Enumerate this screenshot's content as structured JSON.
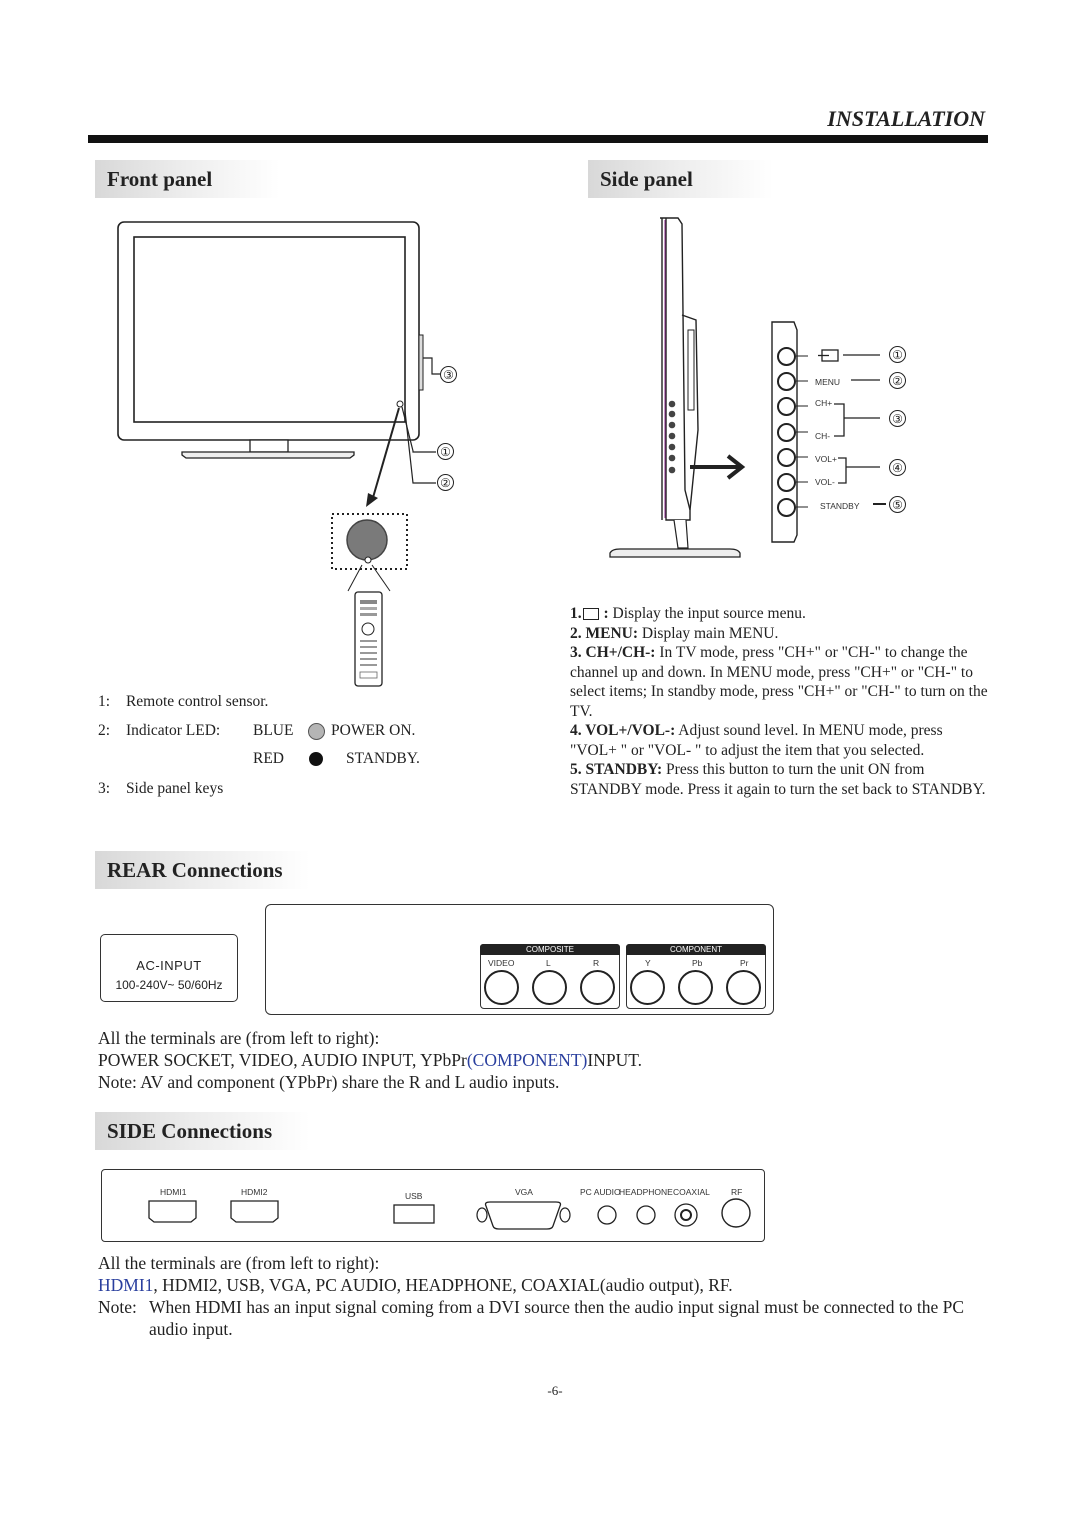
{
  "header": {
    "title": "INSTALLATION"
  },
  "front_panel": {
    "heading": "Front panel",
    "callouts": [
      "③",
      "①",
      "②"
    ],
    "legend": [
      {
        "num": "1:",
        "text": "Remote control sensor."
      },
      {
        "num": "2:",
        "text": "Indicator LED:",
        "blue_label": "BLUE",
        "blue_state": "POWER ON.",
        "red_label": "RED",
        "red_state": "STANDBY."
      },
      {
        "num": "3:",
        "text": "Side panel keys"
      }
    ]
  },
  "side_panel": {
    "heading": "Side panel",
    "keys": {
      "menu": "MENU",
      "ch_plus": "CH+",
      "ch_minus": "CH-",
      "vol_plus": "VOL+",
      "vol_minus": "VOL-",
      "standby": "STANDBY"
    },
    "callouts": [
      "①",
      "②",
      "③",
      "④",
      "⑤"
    ],
    "descriptions": [
      {
        "label": "1.",
        "label_suffix": " :",
        "text": "Display the input source menu."
      },
      {
        "label": "2. MENU:",
        "text": "Display main MENU."
      },
      {
        "label": "3. CH+/CH-:",
        "text": "In TV mode, press \"CH+\" or \"CH-\" to change the channel up and down. In MENU mode, press \"CH+\" or \"CH-\" to select items; In standby mode, press \"CH+\" or \"CH-\" to turn on the TV."
      },
      {
        "label": "4. VOL+/VOL-:",
        "text": "Adjust sound level. In MENU mode, press \"VOL+ \" or \"VOL- \" to adjust the item that you selected."
      },
      {
        "label": "5. STANDBY:",
        "text": "Press this button to turn the unit ON from STANDBY mode. Press it again to turn the set back to STANDBY."
      }
    ]
  },
  "rear": {
    "heading": "REAR Connections",
    "ac_input": "AC-INPUT",
    "ac_rating": "100-240V~ 50/60Hz",
    "composite_label": "COMPOSITE",
    "component_label": "COMPONENT",
    "composite_ports": [
      "VIDEO",
      "L",
      "R"
    ],
    "component_ports": [
      "Y",
      "Pb",
      "Pr"
    ],
    "text_intro": "All the terminals are (from left to right):",
    "text_list_a": "POWER SOCKET, VIDEO, AUDIO INPUT, YPbPr",
    "text_list_hl": "(COMPONENT)",
    "text_list_b": "INPUT.",
    "text_note": "Note: AV and component (YPbPr) share the R and L audio inputs."
  },
  "side_conn": {
    "heading": "SIDE Connections",
    "ports": [
      "HDMI1",
      "HDMI2",
      "USB",
      "VGA",
      "PC AUDIO",
      "HEADPHONE",
      "COAXIAL",
      "RF"
    ],
    "text_intro": "All the terminals are (from left to right):",
    "text_list_hl": "HDMI1",
    "text_list_b": ", HDMI2, USB, VGA, PC AUDIO, HEADPHONE, COAXIAL(audio output), RF.",
    "note_label": "Note:",
    "note_text": "When HDMI has an input signal coming from a DVI source then the audio input signal must be connected to the PC audio input."
  },
  "footer": {
    "page_number": "-6-"
  }
}
